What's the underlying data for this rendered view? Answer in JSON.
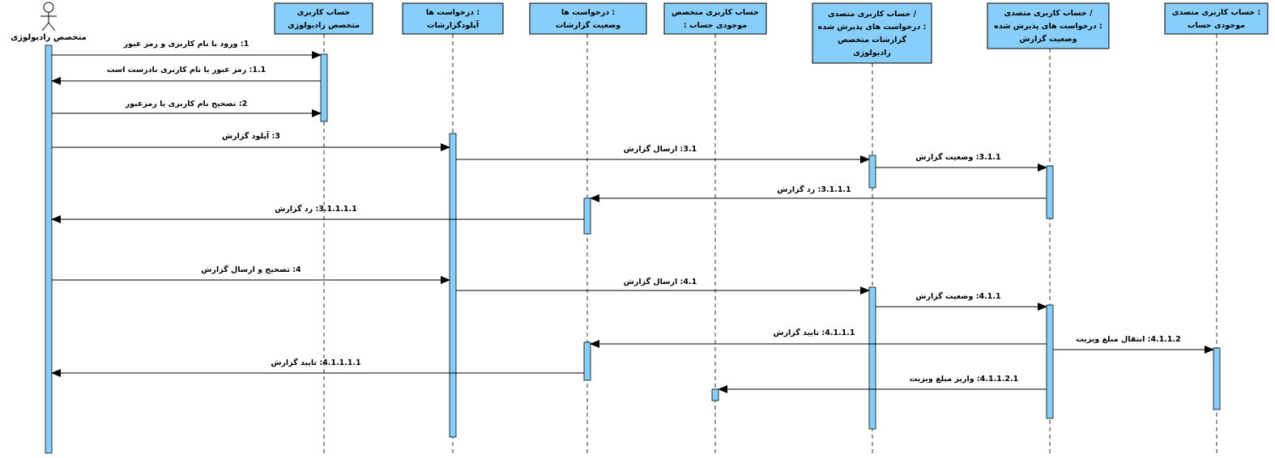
{
  "actor": {
    "name": "متخصص رادیولوژی"
  },
  "participants": [
    {
      "id": "p1",
      "lines": [
        "حساب کاربری",
        "متخصص رادیولوژی"
      ]
    },
    {
      "id": "p2",
      "lines": [
        "درخواست ها :",
        "آپلودگزارشات"
      ]
    },
    {
      "id": "p3",
      "lines": [
        "درخواست ها :",
        "وضعیت گزارشات"
      ]
    },
    {
      "id": "p4",
      "lines": [
        "حساب کاربری متخصص",
        ": موجودی حساب"
      ]
    },
    {
      "id": "p5",
      "lines": [
        "حساب کاربری متصدی /",
        "درخواست های پذیرش شده :",
        "گزارشات متخصص",
        "رادیولوژی"
      ]
    },
    {
      "id": "p6",
      "lines": [
        "حساب کاربری متصدی /",
        "درخواست های پذیرش شده :",
        "وضعیت گزارش"
      ]
    },
    {
      "id": "p7",
      "lines": [
        "حساب کاربری متصدی :",
        "موجودی حساب"
      ]
    }
  ],
  "messages": [
    {
      "num": "1:",
      "text": "ورود با نام کاربری و رمز عبور"
    },
    {
      "num": "1.1:",
      "text": "رمز عبور یا نام کاربری نادرست است"
    },
    {
      "num": "2:",
      "text": "تصحیح نام کاربری یا رمزعبور"
    },
    {
      "num": "3:",
      "text": "آپلود گزارش"
    },
    {
      "num": "3.1:",
      "text": "ارسال گزارش"
    },
    {
      "num": "3.1.1:",
      "text": "وضعیت گزارش"
    },
    {
      "num": "3.1.1.1:",
      "text": "رد گزارش"
    },
    {
      "num": "3.1.1.1.1:",
      "text": "رد گزارش"
    },
    {
      "num": "4:",
      "text": "تصحیح و ارسال گزارش"
    },
    {
      "num": "4.1:",
      "text": "ارسال گزارش"
    },
    {
      "num": "4.1.1:",
      "text": "وضعیت گزارش"
    },
    {
      "num": "4.1.1.1:",
      "text": "تایید گزارش"
    },
    {
      "num": "4.1.1.2:",
      "text": "انتقال مبلغ ویزیت"
    },
    {
      "num": "4.1.1.1.1:",
      "text": "تایید گزارش"
    },
    {
      "num": "4.1.1.2.1:",
      "text": "واریز مبلغ ویزیت"
    }
  ]
}
